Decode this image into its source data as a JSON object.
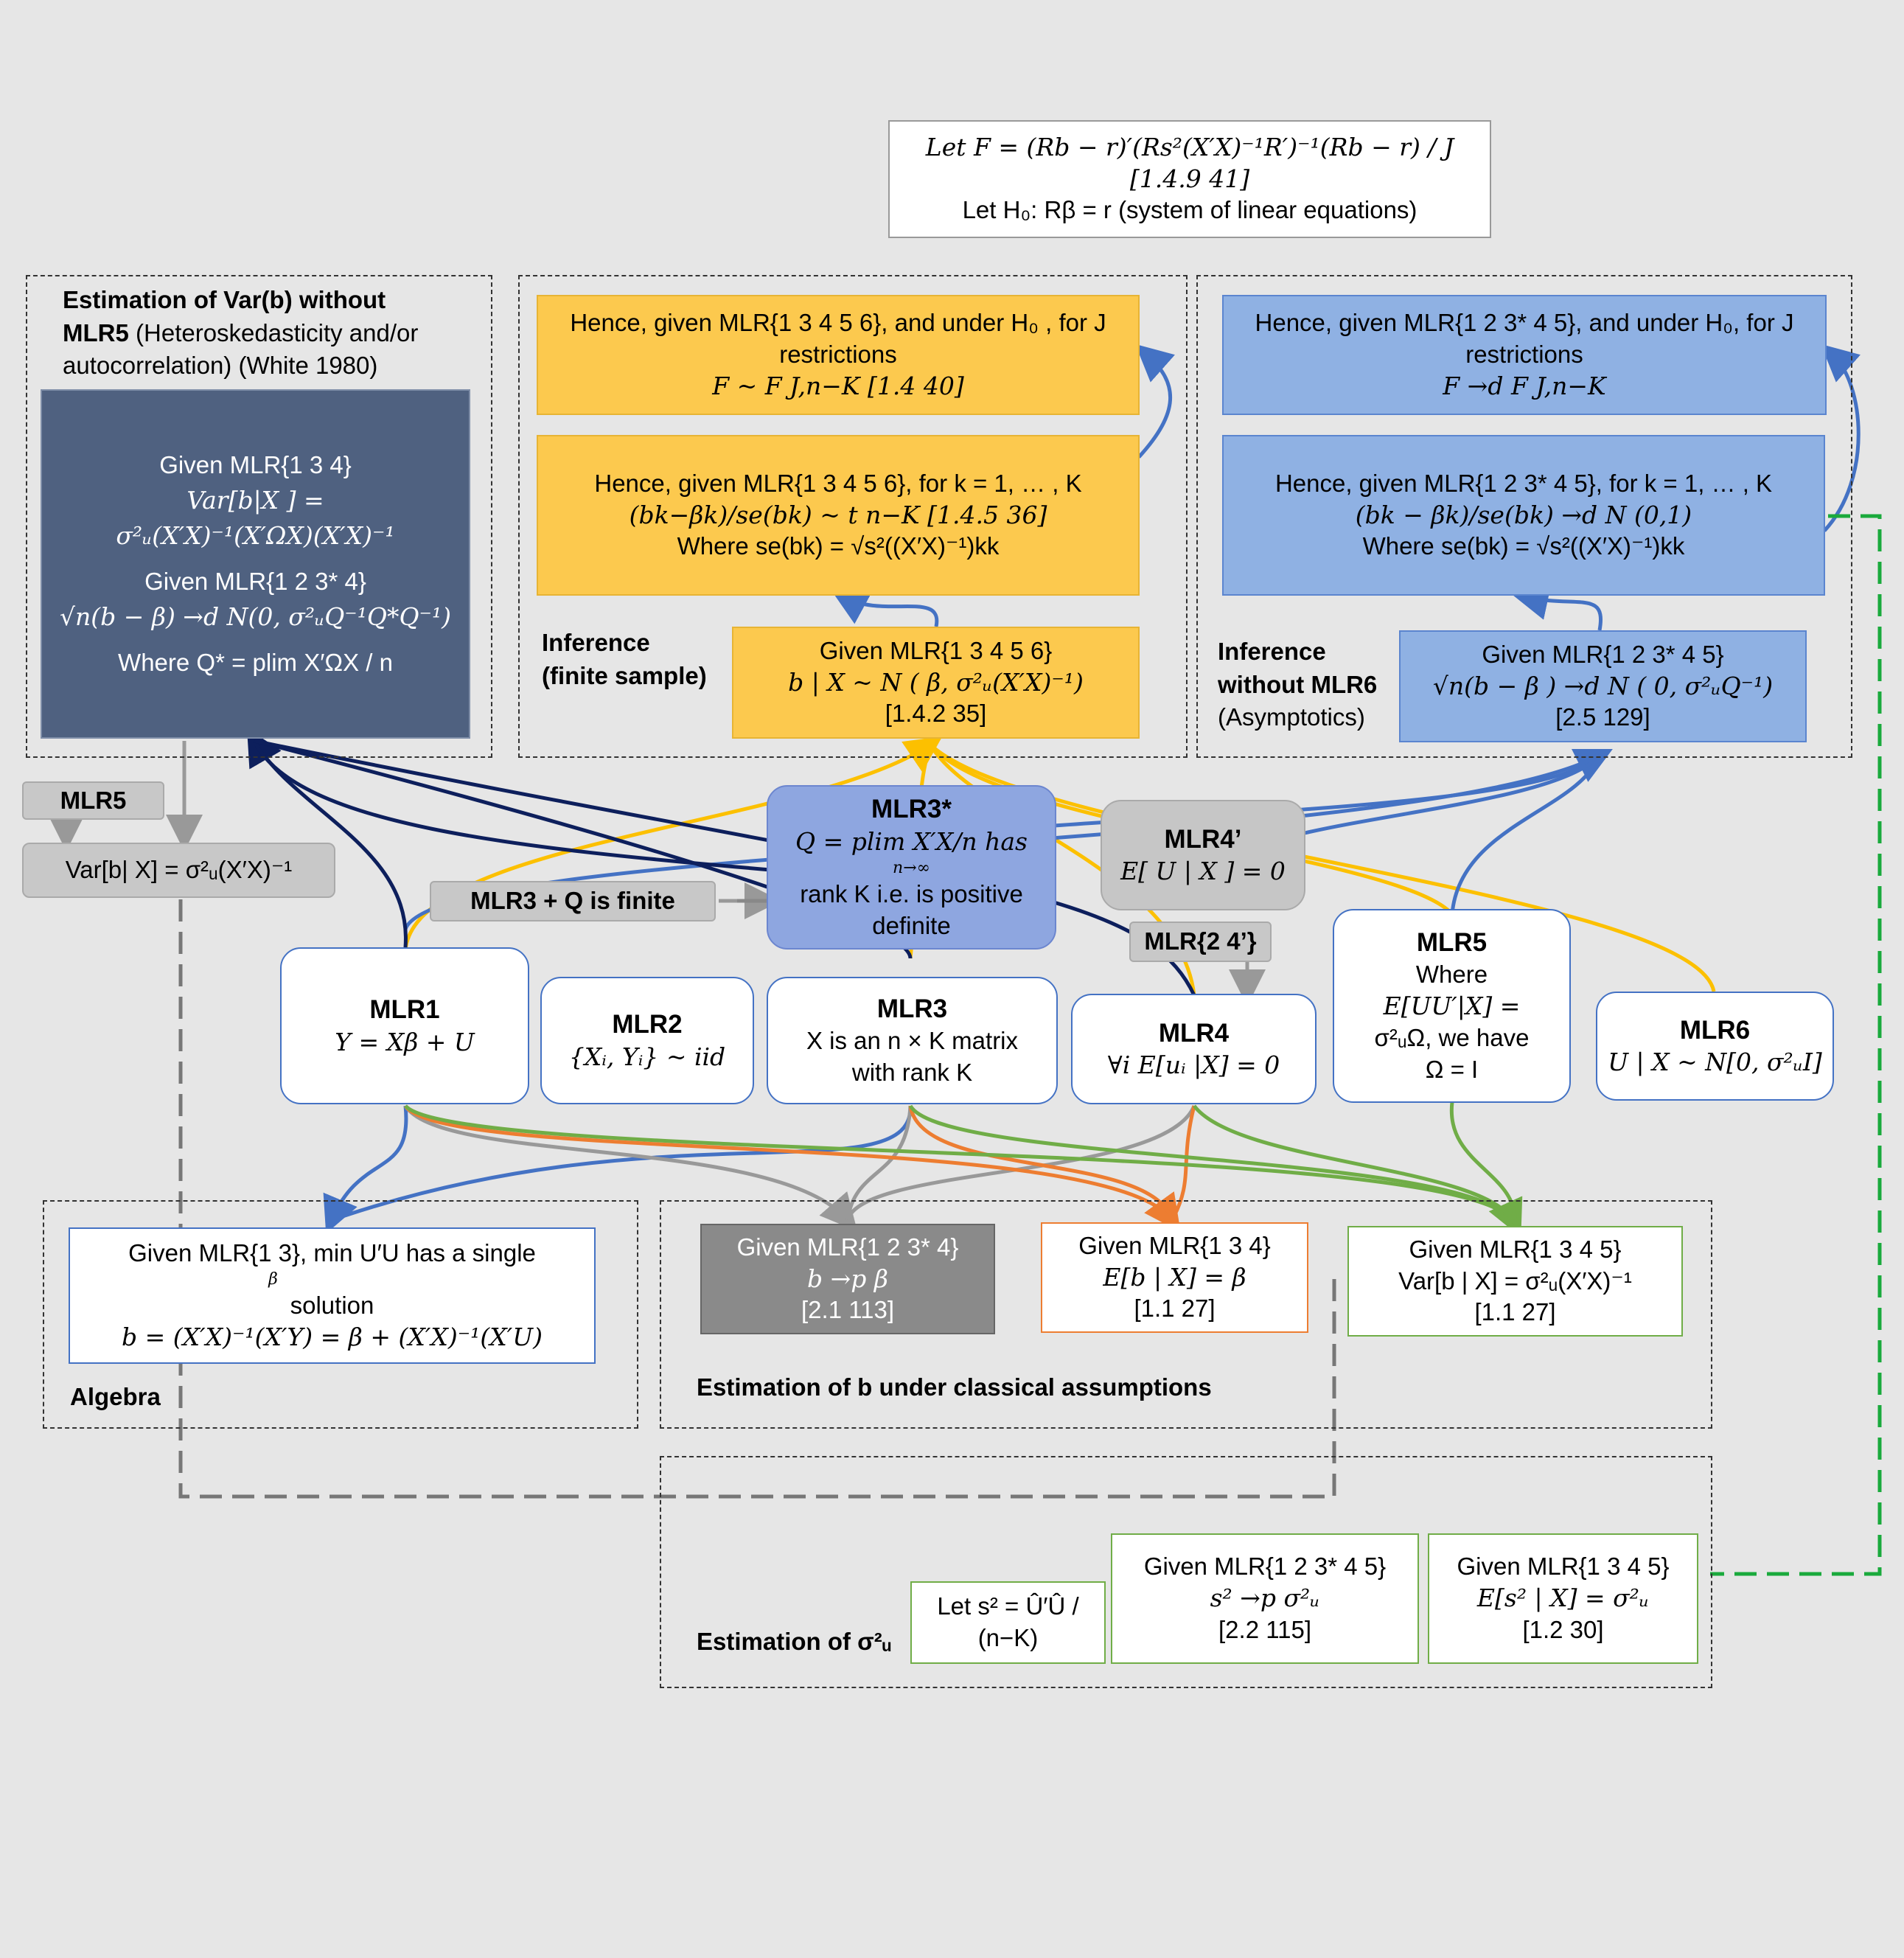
{
  "f_stat": {
    "line1": "Let F = (Rb − r)′(Rs²(X′X)⁻¹R′)⁻¹(Rb − r) / J  [1.4.9 41]",
    "line2": "Let H₀: Rβ = r (system of linear equations)"
  },
  "groups": {
    "var_b": {
      "title": "Estimation of Var(b) without",
      "title2": "MLR5",
      "subtitle": "(Heteroskedasticity and/or autocorrelation) (White 1980)"
    },
    "inference_finite": {
      "label1": "Inference",
      "label2": "(finite sample)"
    },
    "inference_asym": {
      "label1": "Inference",
      "label2": "without MLR6",
      "label3": "(Asymptotics)"
    },
    "algebra": {
      "label": "Algebra"
    },
    "estimation_b": {
      "label": "Estimation of b under classical assumptions"
    },
    "estimation_sigma": {
      "label": "Estimation of σ²ᵤ"
    }
  },
  "white_box": {
    "l1": "Given MLR{1 3 4}",
    "l2": "Var[b|X ] =",
    "l3": "σ²ᵤ(X′X)⁻¹(X′ΩX)(X′X)⁻¹",
    "l4": "Given MLR{1 2 3* 4}",
    "l5": "√n(b − β) →d N(0, σ²ᵤQ⁻¹Q*Q⁻¹)",
    "l6": "Where Q* = plim X′ΩX / n"
  },
  "yellow": {
    "f": {
      "l1": "Hence, given MLR{1 3 4 5 6}, and under H₀ , for J",
      "l2": "restrictions",
      "l3": "F ~ F J,n−K [1.4 40]"
    },
    "t": {
      "l1": "Hence, given MLR{1 3 4 5 6}, for k = 1, … , K",
      "l2": "(bk−βk)/se(bk) ~ t n−K [1.4.5 36]",
      "l3": "Where se(bk) = √s²((X′X)⁻¹)kk"
    },
    "n": {
      "l1": "Given MLR{1 3 4 5 6}",
      "l2": "b | X ~ N ( β, σ²ᵤ(X′X)⁻¹)",
      "l3": "[1.4.2 35]"
    }
  },
  "blue": {
    "f": {
      "l1": "Hence, given MLR{1 2 3* 4 5}, and under H₀, for J",
      "l2": "restrictions",
      "l3": "F →d F J,n−K"
    },
    "t": {
      "l1": "Hence, given MLR{1 2 3* 4 5}, for k = 1, … , K",
      "l2": "(bk − βk)/se(bk) →d N (0,1)",
      "l3": "Where se(bk) = √s²((X′X)⁻¹)kk"
    },
    "n": {
      "l1": "Given MLR{1 2 3* 4 5}",
      "l2": "√n(b − β ) →d N ( 0, σ²ᵤQ⁻¹)",
      "l3": "[2.5 129]"
    }
  },
  "mlr5_tag": "MLR5",
  "var_simple": "Var[b| X] = σ²ᵤ(X′X)⁻¹",
  "mlr3q_tag": "MLR3 + Q is finite",
  "mlr24_tag": "MLR{2 4’}",
  "mlr3star": {
    "title": "MLR3*",
    "l1": "Q = plim X′X/n has",
    "l1sub": "n→∞",
    "l2": "rank K i.e. is positive",
    "l3": "definite"
  },
  "mlr4prime": {
    "title": "MLR4’",
    "l1": "E[ U | X ] = 0"
  },
  "assumptions": [
    {
      "title": "MLR1",
      "l1": "Y = Xβ + U"
    },
    {
      "title": "MLR2",
      "l1": "{Xᵢ, Yᵢ} ~ iid"
    },
    {
      "title": "MLR3",
      "l1": "X is an n × K matrix",
      "l2": "with rank K"
    },
    {
      "title": "MLR4",
      "l1": "∀i E[uᵢ |X] = 0"
    },
    {
      "title": "MLR5",
      "l1": "Where",
      "l2": "E[UU′|X] =",
      "l3": "σ²ᵤΩ, we have",
      "l4": "Ω = I"
    },
    {
      "title": "MLR6",
      "l1": "U | X ~ N[0, σ²ᵤI]"
    }
  ],
  "algebra_box": {
    "l1": "Given MLR{1 3}, min U′U has a single",
    "l1sub": "β",
    "l2": "solution",
    "l3": "b = (X′X)⁻¹(X′Y) = β + (X′X)⁻¹(X′U)"
  },
  "est": {
    "consistent": {
      "l1": "Given MLR{1 2 3* 4}",
      "l2": "b →p β",
      "l3": "[2.1 113]"
    },
    "unbiased": {
      "l1": "Given MLR{1 3 4}",
      "l2": "E[b | X] = β",
      "l3": "[1.1 27]"
    },
    "variance": {
      "l1": "Given MLR{1 3 4 5}",
      "l2": "Var[b | X] = σ²ᵤ(X′X)⁻¹",
      "l3": "[1.1 27]"
    }
  },
  "sigma": {
    "s2": "Let s² = Û′Û / (n−K)",
    "consistent": {
      "l1": "Given MLR{1 2 3* 4 5}",
      "l2": "s² →p σ²ᵤ",
      "l3": "[2.2 115]"
    },
    "unbiased": {
      "l1": "Given MLR{1 3 4 5}",
      "l2": "E[s² | X] = σ²ᵤ",
      "l3": "[1.2 30]"
    }
  },
  "colors": {
    "yellow": "#fcc94e",
    "blue": "#8fb1e3",
    "navy": "#4f6180",
    "orange": "#ed7d31",
    "green": "#70ad47",
    "grey": "#9a9a9a",
    "darkblue": "#0d1f5c",
    "medblue": "#4472c4",
    "dashgreen": "#1aaa3c"
  }
}
